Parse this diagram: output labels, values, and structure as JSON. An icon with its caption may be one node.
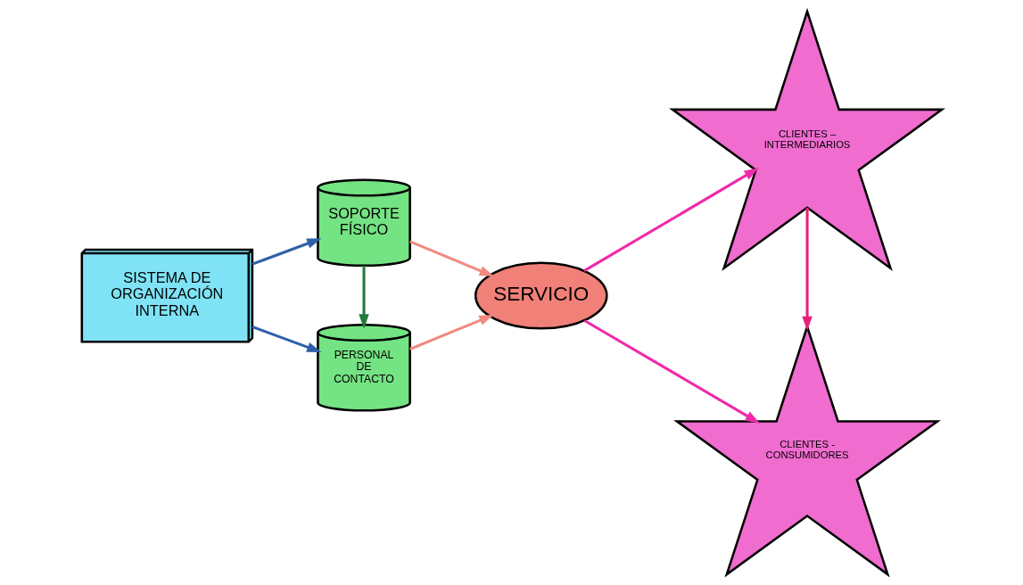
{
  "diagram": {
    "nodes": [
      {
        "text": [
          "SISTEMA DE ORGANIZACIÓN INTERNA"
        ]
      },
      {
        "text": [
          "SOPORTE FÍSICO"
        ]
      },
      {
        "text": [
          "PERSONAL DE CONTACTO"
        ]
      },
      {
        "text": [
          "SERVICIO"
        ]
      },
      {
        "text": [
          "CLIENTES – INTERMEDIARIOS"
        ]
      },
      {
        "text": [
          "CLIENTES - CONSUMIDORES"
        ]
      }
    ],
    "edges": [
      {
        "from": 0,
        "to": 1,
        "arrow": "to",
        "color": "#2f5fa8"
      },
      {
        "from": 0,
        "to": 2,
        "arrow": "to",
        "color": "#2f5fa8"
      },
      {
        "from": 1,
        "to": 2,
        "arrow": "to",
        "color": "#237a3a"
      },
      {
        "from": 1,
        "to": 3,
        "arrow": "to",
        "color": "#f08a80"
      },
      {
        "from": 2,
        "to": 3,
        "arrow": "to",
        "color": "#f08a80"
      },
      {
        "from": 3,
        "to": 4,
        "arrow": "to",
        "color": "#f02aa8"
      },
      {
        "from": 3,
        "to": 5,
        "arrow": "to",
        "color": "#f02aa8"
      },
      {
        "from": 4,
        "to": 5,
        "arrow": "to",
        "color": "#e8207a"
      }
    ]
  }
}
